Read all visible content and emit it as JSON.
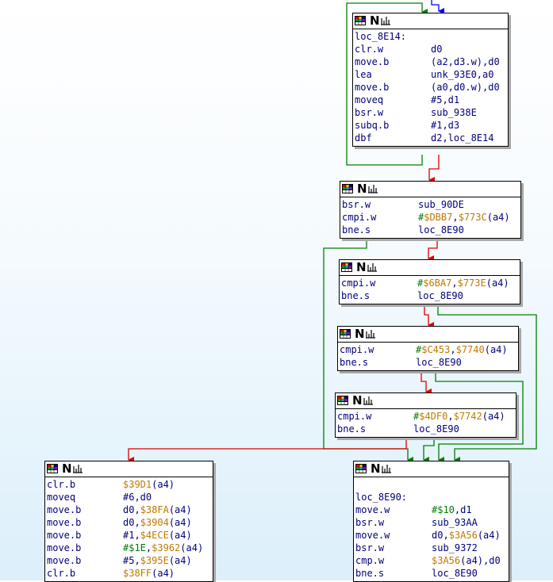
{
  "colors": {
    "edge_true": "#008000",
    "edge_false": "#e00000",
    "edge_flow": "#0000ff",
    "text": "#00007b",
    "immediate": "#007b00",
    "address": "#c07800"
  },
  "nodes": [
    {
      "id": "loc_8E14",
      "lines": [
        {
          "label": "loc_8E14:"
        },
        {
          "op": "clr.w",
          "args": [
            [
              "d0",
              "t-reg"
            ]
          ]
        },
        {
          "op": "move.b",
          "args": [
            [
              "(a2,d3.w),d0",
              "t-reg"
            ]
          ]
        },
        {
          "op": "lea",
          "args": [
            [
              "unk_93E0",
              "t-name"
            ],
            [
              ",a0",
              "t-reg"
            ]
          ]
        },
        {
          "op": "move.b",
          "args": [
            [
              "(a0,d0.w),d0",
              "t-reg"
            ]
          ]
        },
        {
          "op": "moveq",
          "args": [
            [
              "#5",
              "t-num"
            ],
            [
              ",d1",
              "t-reg"
            ]
          ]
        },
        {
          "op": "bsr.w",
          "args": [
            [
              "sub_938E",
              "t-name"
            ]
          ]
        },
        {
          "op": "subq.b",
          "args": [
            [
              "#1",
              "t-num"
            ],
            [
              ",d3",
              "t-reg"
            ]
          ]
        },
        {
          "op": "dbf",
          "args": [
            [
              "d2,loc_8E14",
              "t-name"
            ]
          ]
        }
      ]
    },
    {
      "id": "block2",
      "lines": [
        {
          "op": "bsr.w",
          "args": [
            [
              "sub_90DE",
              "t-name"
            ]
          ]
        },
        {
          "op": "cmpi.w",
          "args": [
            [
              "#",
              "t-imm"
            ],
            [
              "$DBB7",
              "t-addr"
            ],
            [
              ",",
              "t-punc"
            ],
            [
              "$773C",
              "t-addr"
            ],
            [
              "(a4)",
              "t-reg"
            ]
          ]
        },
        {
          "op": "bne.s",
          "args": [
            [
              "loc_8E90",
              "t-name"
            ]
          ]
        }
      ]
    },
    {
      "id": "block3",
      "lines": [
        {
          "op": "cmpi.w",
          "args": [
            [
              "#",
              "t-imm"
            ],
            [
              "$6BA7",
              "t-addr"
            ],
            [
              ",",
              "t-punc"
            ],
            [
              "$773E",
              "t-addr"
            ],
            [
              "(a4)",
              "t-reg"
            ]
          ]
        },
        {
          "op": "bne.s",
          "args": [
            [
              "loc_8E90",
              "t-name"
            ]
          ]
        }
      ]
    },
    {
      "id": "block4",
      "lines": [
        {
          "op": "cmpi.w",
          "args": [
            [
              "#",
              "t-imm"
            ],
            [
              "$C453",
              "t-addr"
            ],
            [
              ",",
              "t-punc"
            ],
            [
              "$7740",
              "t-addr"
            ],
            [
              "(a4)",
              "t-reg"
            ]
          ]
        },
        {
          "op": "bne.s",
          "args": [
            [
              "loc_8E90",
              "t-name"
            ]
          ]
        }
      ]
    },
    {
      "id": "block5",
      "lines": [
        {
          "op": "cmpi.w",
          "args": [
            [
              "#",
              "t-imm"
            ],
            [
              "$4DF0",
              "t-addr"
            ],
            [
              ",",
              "t-punc"
            ],
            [
              "$7742",
              "t-addr"
            ],
            [
              "(a4)",
              "t-reg"
            ]
          ]
        },
        {
          "op": "bne.s",
          "args": [
            [
              "loc_8E90",
              "t-name"
            ]
          ]
        }
      ]
    },
    {
      "id": "block6",
      "lines": [
        {
          "op": "clr.b",
          "args": [
            [
              "$39D1",
              "t-addr"
            ],
            [
              "(a4)",
              "t-reg"
            ]
          ]
        },
        {
          "op": "moveq",
          "args": [
            [
              "#6",
              "t-num"
            ],
            [
              ",d0",
              "t-reg"
            ]
          ]
        },
        {
          "op": "move.b",
          "args": [
            [
              "d0,",
              "t-reg"
            ],
            [
              "$38FA",
              "t-addr"
            ],
            [
              "(a4)",
              "t-reg"
            ]
          ]
        },
        {
          "op": "move.b",
          "args": [
            [
              "d0,",
              "t-reg"
            ],
            [
              "$3904",
              "t-addr"
            ],
            [
              "(a4)",
              "t-reg"
            ]
          ]
        },
        {
          "op": "move.b",
          "args": [
            [
              "#1",
              "t-num"
            ],
            [
              ",",
              "t-punc"
            ],
            [
              "$4ECE",
              "t-addr"
            ],
            [
              "(a4)",
              "t-reg"
            ]
          ]
        },
        {
          "op": "move.b",
          "args": [
            [
              "#",
              "t-imm"
            ],
            [
              "$1E",
              "t-imm"
            ],
            [
              ",",
              "t-punc"
            ],
            [
              "$3962",
              "t-addr"
            ],
            [
              "(a4)",
              "t-reg"
            ]
          ]
        },
        {
          "op": "move.b",
          "args": [
            [
              "#5",
              "t-num"
            ],
            [
              ",",
              "t-punc"
            ],
            [
              "$395E",
              "t-addr"
            ],
            [
              "(a4)",
              "t-reg"
            ]
          ]
        },
        {
          "op": "clr.b",
          "args": [
            [
              "$38FF",
              "t-addr"
            ],
            [
              "(a4)",
              "t-reg"
            ]
          ]
        }
      ]
    },
    {
      "id": "loc_8E90",
      "lines": [
        {
          "label": ""
        },
        {
          "label": "loc_8E90:"
        },
        {
          "op": "move.w",
          "args": [
            [
              "#",
              "t-imm"
            ],
            [
              "$10",
              "t-imm"
            ],
            [
              ",d1",
              "t-reg"
            ]
          ]
        },
        {
          "op": "bsr.w",
          "args": [
            [
              "sub_93AA",
              "t-name"
            ]
          ]
        },
        {
          "op": "move.w",
          "args": [
            [
              "d0,",
              "t-reg"
            ],
            [
              "$3A56",
              "t-addr"
            ],
            [
              "(a4)",
              "t-reg"
            ]
          ]
        },
        {
          "op": "bsr.w",
          "args": [
            [
              "sub_9372",
              "t-name"
            ]
          ]
        },
        {
          "op": "cmp.w",
          "args": [
            [
              "$3A56",
              "t-addr"
            ],
            [
              "(a4),d0",
              "t-reg"
            ]
          ]
        },
        {
          "op": "bne.s",
          "args": [
            [
              "loc_8E90",
              "t-name"
            ]
          ]
        }
      ]
    }
  ]
}
